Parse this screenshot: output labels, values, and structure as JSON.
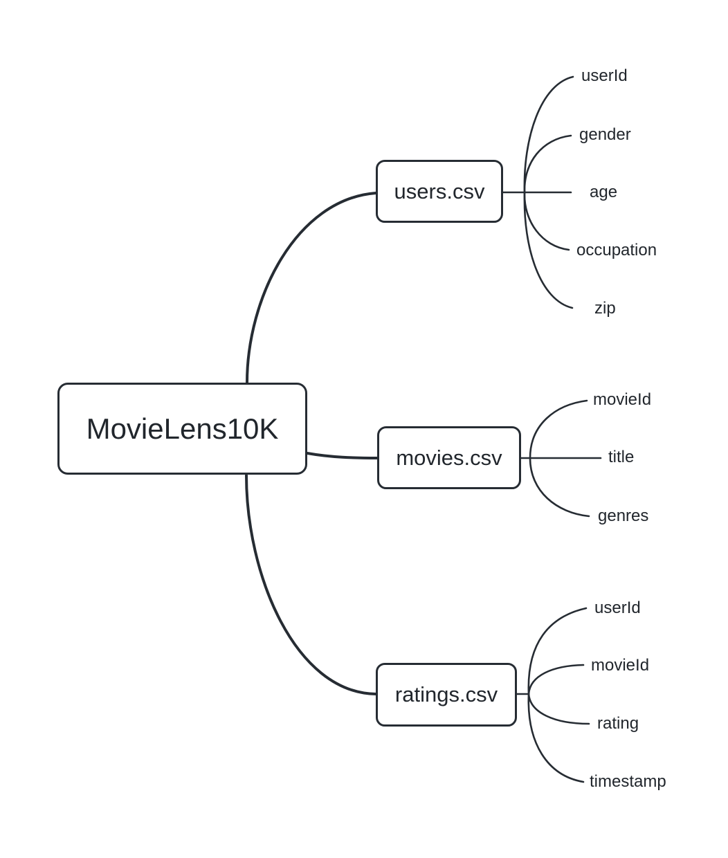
{
  "diagram": {
    "colors": {
      "stroke": "#262c33",
      "text": "#21262c",
      "background": "#ffffff"
    },
    "root": {
      "label": "MovieLens10K"
    },
    "branches": [
      {
        "label": "users.csv",
        "children": [
          "userId",
          "gender",
          "age",
          "occupation",
          "zip"
        ]
      },
      {
        "label": "movies.csv",
        "children": [
          "movieId",
          "title",
          "genres"
        ]
      },
      {
        "label": "ratings.csv",
        "children": [
          "userId",
          "movieId",
          "rating",
          "timestamp"
        ]
      }
    ]
  }
}
